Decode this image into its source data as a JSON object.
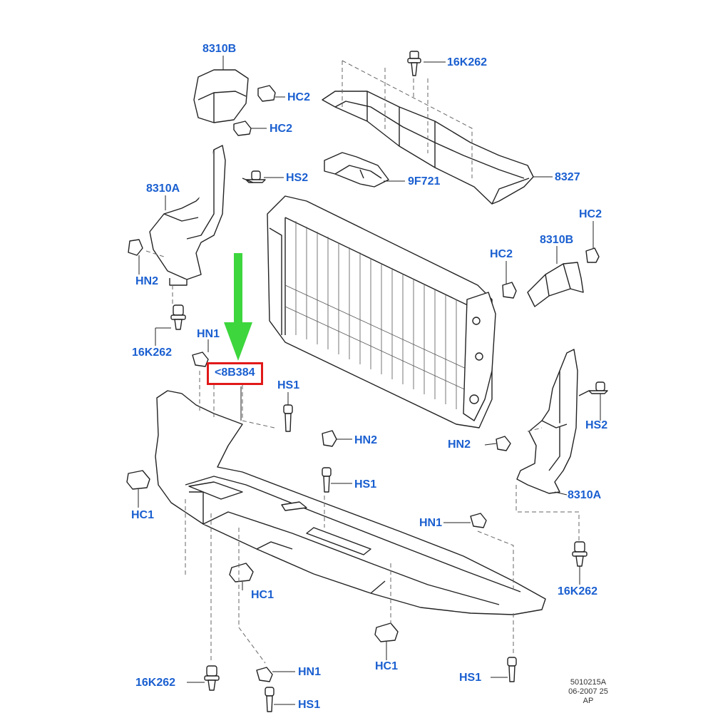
{
  "labels": {
    "part_8310B_top": "8310B",
    "part_16K262_top": "16K262",
    "part_HC2_a": "HC2",
    "part_HC2_b": "HC2",
    "part_HS2_left": "HS2",
    "part_9F721": "9F721",
    "part_8327": "8327",
    "part_8310A_left": "8310A",
    "part_HC2_right_top": "HC2",
    "part_8310B_right": "8310B",
    "part_HC2_right_mid": "HC2",
    "part_HN2_left": "HN2",
    "part_16K262_left": "16K262",
    "part_HN1_left": "HN1",
    "part_8B384": "<8B384",
    "part_HS1_upper": "HS1",
    "part_HS2_right": "HS2",
    "part_HN2_center": "HN2",
    "part_HN2_right": "HN2",
    "part_HS1_center": "HS1",
    "part_8310A_right": "8310A",
    "part_HC1_left": "HC1",
    "part_HN1_right": "HN1",
    "part_HC1_center": "HC1",
    "part_16K262_right": "16K262",
    "part_HC1_bottom": "HC1",
    "part_16K262_bottom": "16K262",
    "part_HN1_bottom": "HN1",
    "part_HS1_bottom_right": "HS1",
    "part_HS1_bottom": "HS1"
  },
  "footer": {
    "line1": "5010215A",
    "line2": "06-2007 25",
    "line3": "AP"
  },
  "colors": {
    "label_blue": "#1a5fd0",
    "highlight_red": "#e11919",
    "arrow_green": "#3dd63d",
    "line_art": "#222222",
    "leader_gray": "#666666"
  }
}
